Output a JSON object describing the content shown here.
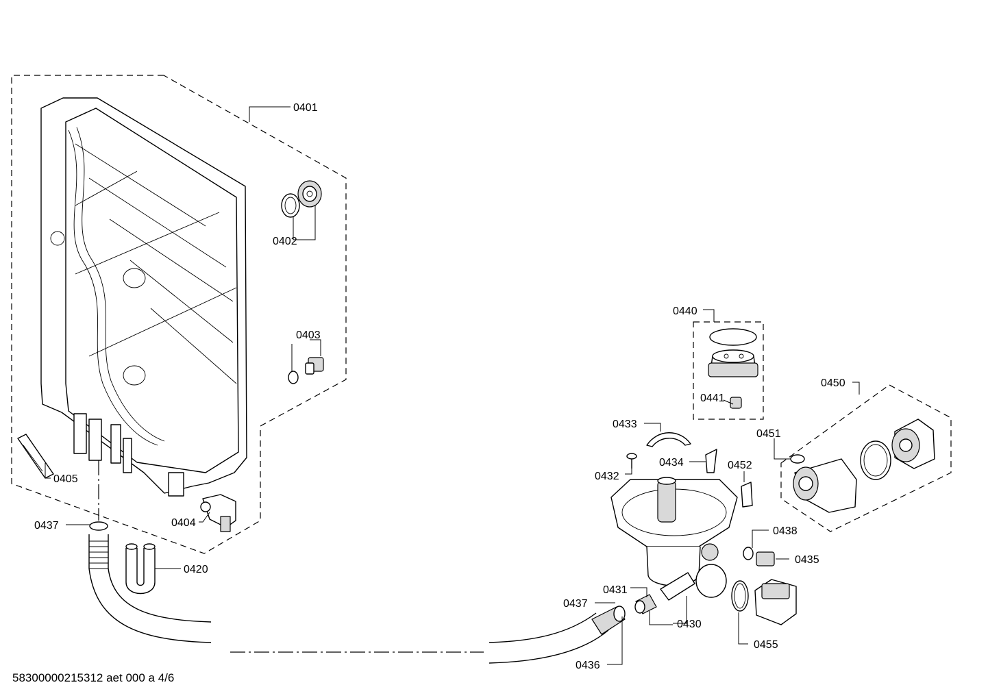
{
  "labels": {
    "p0401": "0401",
    "p0402": "0402",
    "p0403": "0403",
    "p0404": "0404",
    "p0405": "0405",
    "p0420": "0420",
    "p0437a": "0437",
    "p0440": "0440",
    "p0441": "0441",
    "p0450": "0450",
    "p0451": "0451",
    "p0452": "0452",
    "p0433": "0433",
    "p0432": "0432",
    "p0434": "0434",
    "p0438": "0438",
    "p0435": "0435",
    "p0431": "0431",
    "p0437b": "0437",
    "p0430": "0430",
    "p0455": "0455",
    "p0436": "0436"
  },
  "footer": "58300000215312 aet 000 a 4/6"
}
